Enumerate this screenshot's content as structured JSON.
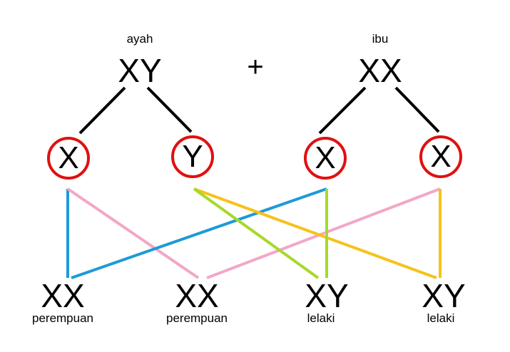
{
  "father": {
    "label": "ayah",
    "genotype": "XY"
  },
  "mother": {
    "label": "ibu",
    "genotype": "XX"
  },
  "plus": "+",
  "gametes": [
    {
      "letter": "X",
      "parent": "father"
    },
    {
      "letter": "Y",
      "parent": "father"
    },
    {
      "letter": "X",
      "parent": "mother"
    },
    {
      "letter": "X",
      "parent": "mother"
    }
  ],
  "offspring": [
    {
      "genotype": "XX",
      "label": "perempuan"
    },
    {
      "genotype": "XX",
      "label": "perempuan"
    },
    {
      "genotype": "XY",
      "label": "lelaki"
    },
    {
      "genotype": "XY",
      "label": "lelaki"
    }
  ],
  "colors": {
    "circle": "#e01010",
    "parent_lines": "#000000",
    "blue": "#1e9ad6",
    "pink": "#f4a6c8",
    "green": "#a6d92a",
    "yellow": "#f5c31a"
  }
}
